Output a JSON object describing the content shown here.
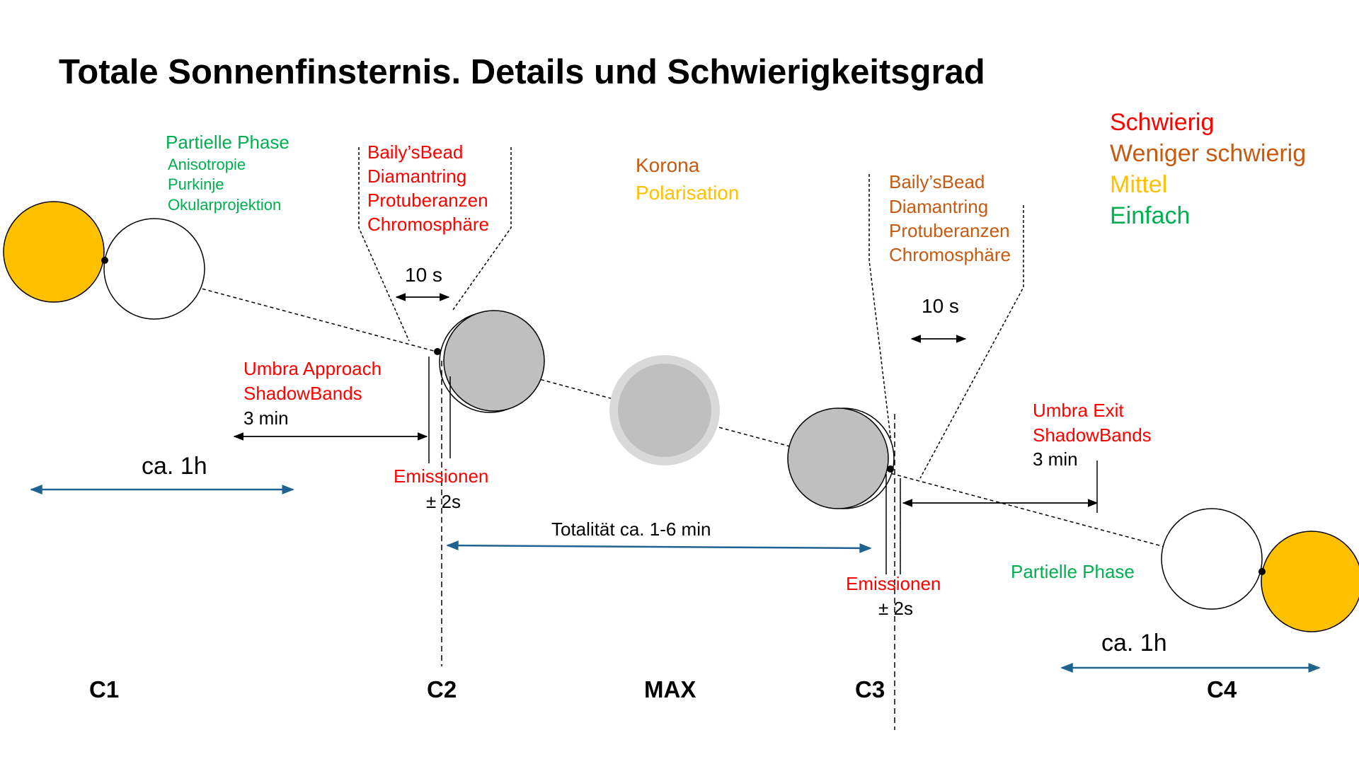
{
  "title": "Totale Sonnenfinsternis. Details und Schwierigkeitsgrad",
  "legend": {
    "hard": "Schwierig",
    "less_hard": "Weniger schwierig",
    "medium": "Mittel",
    "easy": "Einfach"
  },
  "colors": {
    "hard": "#ff0000",
    "less_hard": "#c55a11",
    "medium": "#ffc000",
    "easy": "#00b050",
    "sun": "#ffc000",
    "moon_gray": "#bfbfbf",
    "corona_ring": "#d9d9d9",
    "arrow_blue": "#1f6391"
  },
  "c1": {
    "phase_title": "Partielle Phase",
    "items": [
      "Anisotropie",
      "Purkinje",
      "Okularprojektion"
    ],
    "duration": "ca. 1h"
  },
  "c2": {
    "detail_items": [
      "Baily’sBead",
      "Diamantring",
      "Protuberanzen",
      "Chromosphäre"
    ],
    "detail_time": "10 s",
    "umbra_title": "Umbra Approach",
    "shadowbands": "ShadowBands",
    "umbra_time": "3 min",
    "emissions": "Emissionen",
    "emissions_time": "± 2s"
  },
  "max": {
    "korona": "Korona",
    "polarisation": "Polarisation",
    "totality": "Totalität ca. 1-6 min"
  },
  "c3": {
    "detail_items": [
      "Baily’sBead",
      "Diamantring",
      "Protuberanzen",
      "Chromosphäre"
    ],
    "detail_time": "10 s",
    "umbra_title": "Umbra Exit",
    "shadowbands": "ShadowBands",
    "umbra_time": "3 min",
    "emissions": "Emissionen",
    "emissions_time": "± 2s"
  },
  "c4": {
    "phase_title": "Partielle Phase",
    "duration": "ca. 1h"
  },
  "contacts": [
    "C1",
    "C2",
    "MAX",
    "C3",
    "C4"
  ]
}
